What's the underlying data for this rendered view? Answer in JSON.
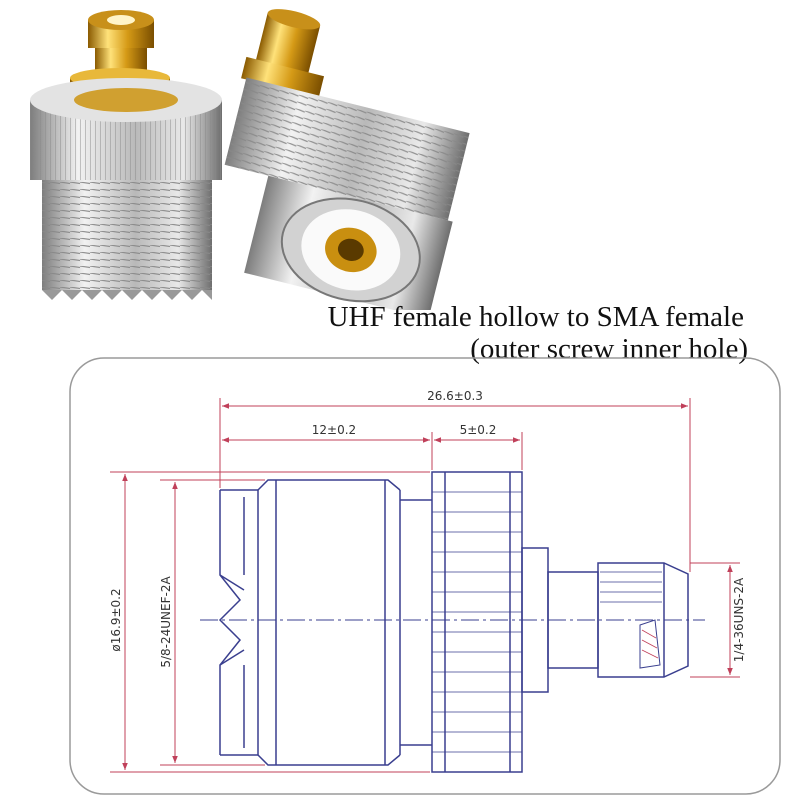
{
  "captions": {
    "line1": "UHF female hollow to SMA female",
    "line2": "(outer screw inner hole)"
  },
  "dimensions": {
    "overall_length": "26.6±0.3",
    "uhf_section": "12±0.2",
    "knurl_section": "5±0.2",
    "body_diameter": "ø16.9±0.2",
    "uhf_thread": "5/8-24UNEF-2A",
    "sma_thread": "1/4-36UNS-2A"
  },
  "colors": {
    "dimension_line": "#c0405a",
    "outline": "#3a3f8f",
    "frame": "#9a9a9a",
    "gold": "#d9a62a",
    "silver": "#c9c9c9"
  }
}
